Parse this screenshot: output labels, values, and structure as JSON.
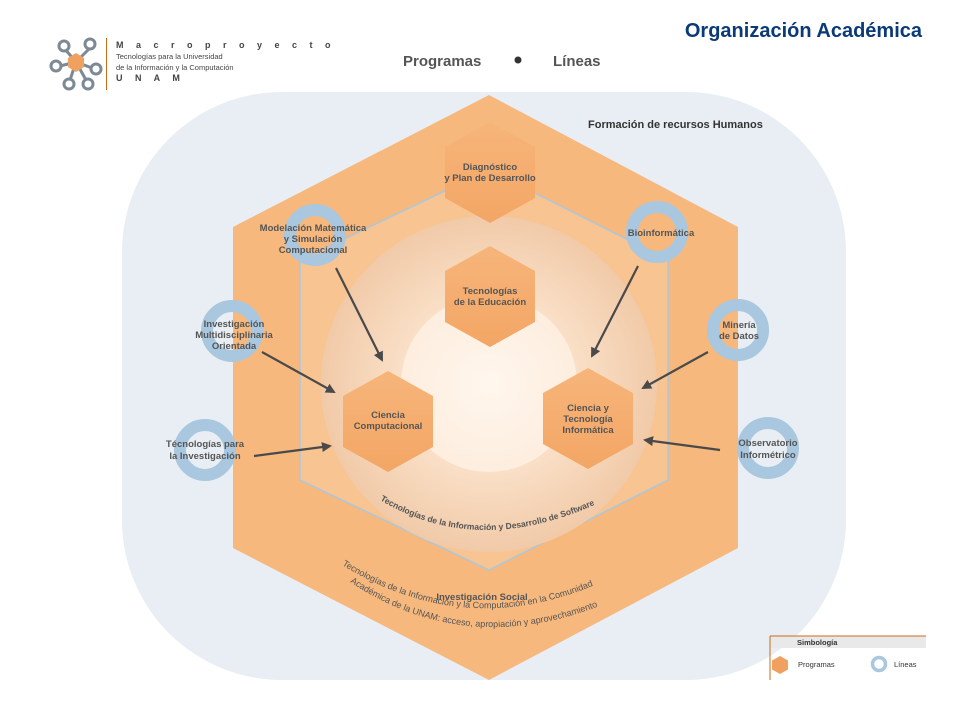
{
  "page": {
    "title": "Organización Académica",
    "colors": {
      "title": "#0b3a78",
      "program": "#f0a160",
      "line_ring": "#a9c7df",
      "outer_hex": "#f6b87d",
      "background_pill": "#e8eef3"
    }
  },
  "logo": {
    "line1": "M a c r o p r o y e c t o",
    "line2": "Tecnologías para la Universidad",
    "line3": "de la Información y la Computación",
    "line4": "U N A M",
    "icon": "molecule-logo-icon"
  },
  "header": {
    "programs_label": "Programas",
    "lines_label": "Líneas"
  },
  "diagram": {
    "top_label": "Formación de recursos Humanos",
    "programs": [
      {
        "id": "diagnostico",
        "lines": [
          "Diagnóstico",
          "y Plan de Desarrollo"
        ]
      },
      {
        "id": "tecnologias-educacion",
        "lines": [
          "Tecnologías",
          "de la Educación"
        ]
      },
      {
        "id": "ciencia-computacional",
        "lines": [
          "Ciencia",
          "Computacional"
        ]
      },
      {
        "id": "ciencia-tecnologia-informatica",
        "lines": [
          "Ciencia y",
          "Tecnología",
          "Informática"
        ]
      }
    ],
    "lines": [
      {
        "id": "modelacion",
        "lines": [
          "Modelación Matemática",
          "y Simulación",
          "Computacional"
        ]
      },
      {
        "id": "bioinformatica",
        "lines": [
          "Bioinformática"
        ]
      },
      {
        "id": "investigacion-multidisciplinaria",
        "lines": [
          "Investigación",
          "Multidisciplinaria",
          "Orientada"
        ]
      },
      {
        "id": "mineria",
        "lines": [
          "Minería",
          "de Datos"
        ]
      },
      {
        "id": "tecnologias-investigacion",
        "lines": [
          "Técnologías para",
          "la Investigación"
        ]
      },
      {
        "id": "observatorio",
        "lines": [
          "Observatorio",
          "Informétrico"
        ]
      }
    ],
    "inner_arc_text": "Tecnologías de la Información y Desarrollo de Software",
    "social_label": "Investigación Social",
    "social_text_1": "Tecnologías de la Información y la Computación en la Comunidad",
    "social_text_2": "Académica de la UNAM: acceso, apropiación y aprovechamiento"
  },
  "legend": {
    "title": "Simbología",
    "programs": "Programas",
    "lines": "Líneas"
  }
}
